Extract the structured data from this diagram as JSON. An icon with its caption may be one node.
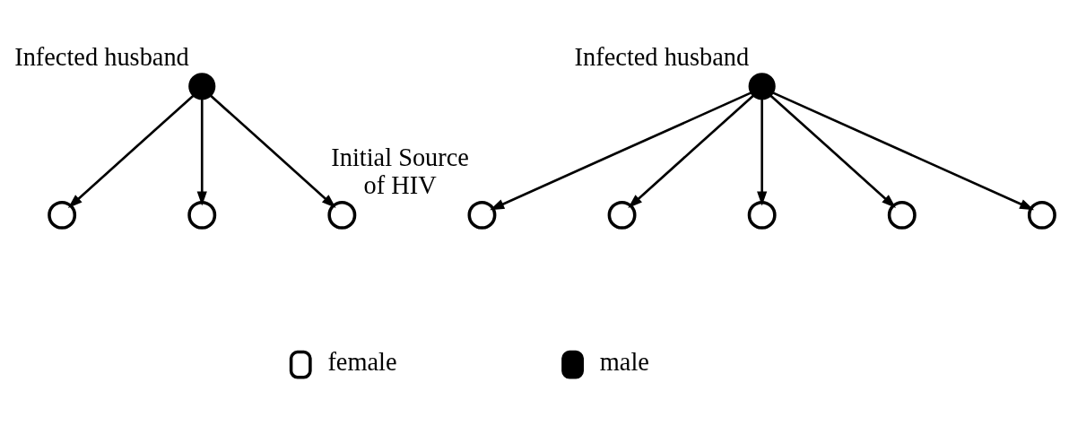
{
  "diagram": {
    "nodes": [
      {
        "text": [],
        "shape": "circle",
        "beside": [
          "Infected husband"
        ]
      },
      {
        "text": [],
        "shape": "circle"
      },
      {
        "text": [],
        "shape": "circle"
      },
      {
        "text": [],
        "shape": "circle"
      },
      {
        "text": [],
        "shape": "circle",
        "beside": [
          "Initial Source of HIV"
        ]
      },
      {
        "text": [],
        "shape": "circle"
      },
      {
        "text": [],
        "shape": "circle"
      },
      {
        "text": [],
        "shape": "circle",
        "beside": [
          "Infected husband"
        ]
      },
      {
        "text": [],
        "shape": "circle"
      },
      {
        "text": [],
        "shape": "circle"
      }
    ],
    "edges": [
      {
        "from": 0,
        "to": 1,
        "arrow": "to"
      },
      {
        "from": 0,
        "to": 2,
        "arrow": "to"
      },
      {
        "from": 0,
        "to": 3,
        "arrow": "to"
      },
      {
        "from": 7,
        "to": 4,
        "arrow": "to"
      },
      {
        "from": 7,
        "to": 5,
        "arrow": "to"
      },
      {
        "from": 7,
        "to": 6,
        "arrow": "to"
      },
      {
        "from": 7,
        "to": 8,
        "arrow": "to"
      },
      {
        "from": 7,
        "to": 9,
        "arrow": "to"
      }
    ],
    "legend": [
      {
        "text": "female"
      },
      {
        "text": "male"
      }
    ]
  }
}
